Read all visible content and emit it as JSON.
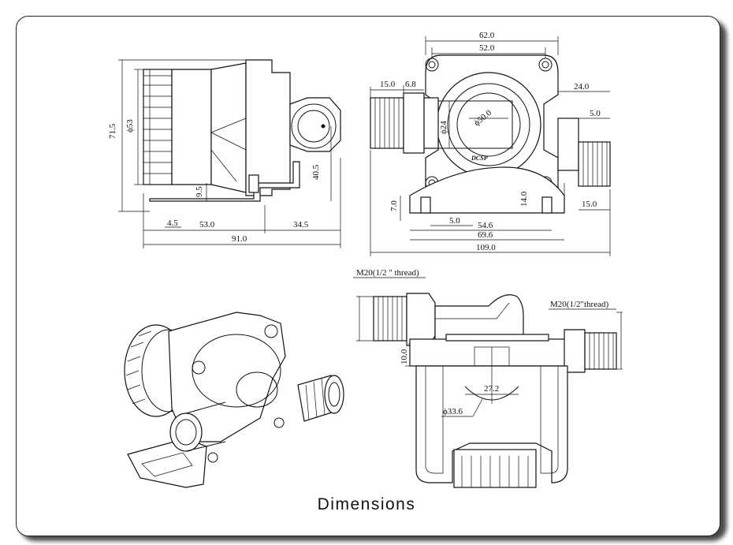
{
  "caption": "Dimensions",
  "side_view": {
    "height_overall": "71.5",
    "diameter_body": "ϕ53",
    "outlet_height": "40.5",
    "foot_height": "9.5",
    "foot_offset": "4.5",
    "body_length": "53.0",
    "outlet_length": "34.5",
    "total_length": "91.0"
  },
  "front_view": {
    "width_outer": "62.0",
    "width_bolt": "52.0",
    "inlet_length": "15.0",
    "flange": "6.8",
    "outlet_offset": "24.0",
    "outlet_step": "5.0",
    "bore": "ϕ24",
    "housing_diameter": "ϕ50.0",
    "foot_height_left": "7.0",
    "foot_height_right": "14.0",
    "foot_width": "5.0",
    "outlet_end": "15.0",
    "span_inner": "54.6",
    "span_mid": "69.6",
    "span_total": "109.0"
  },
  "bottom_view": {
    "thread_left": "M20(1/2 \" thread)",
    "thread_right": "M20(1/2\"thread)",
    "height_step": "10.0",
    "inner_diameter": "27.2",
    "outer_diameter": "ϕ33.6"
  },
  "logo_text": "DCSP"
}
